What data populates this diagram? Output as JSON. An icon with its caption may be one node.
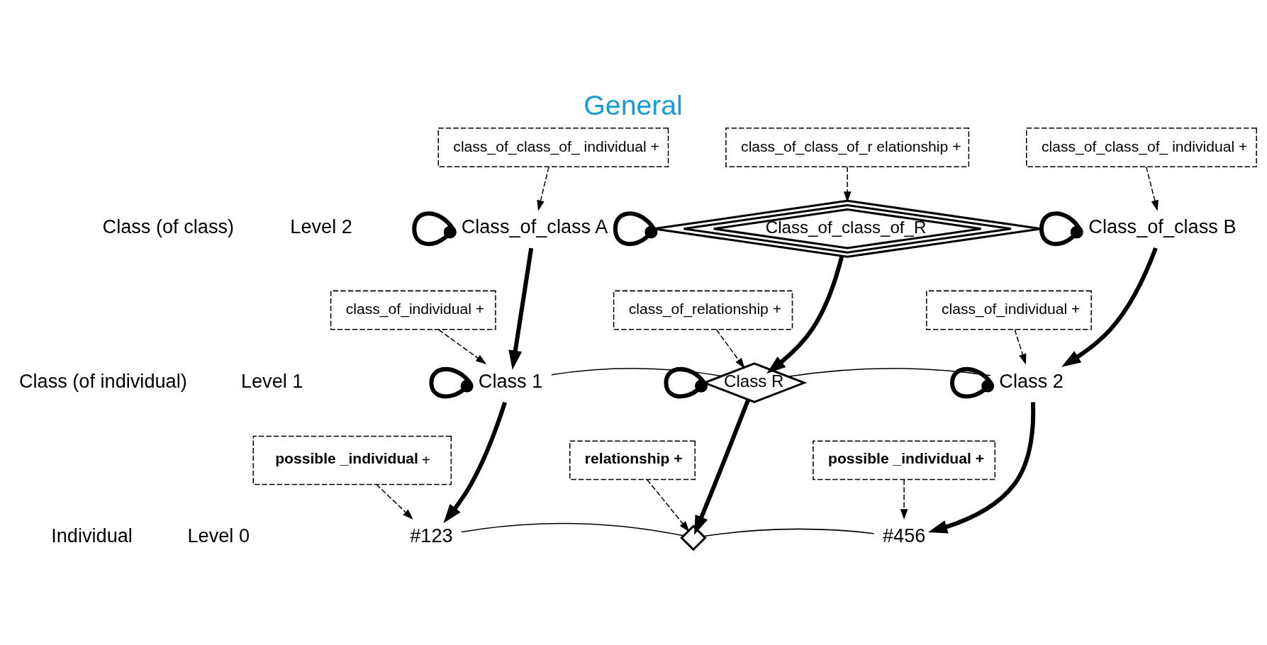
{
  "diagram": {
    "title": "General",
    "nodes": [
      {
        "text": [
          "class_of_class_of_ individual +"
        ]
      },
      {
        "text": [
          "class_of_class_of_r elationship +"
        ]
      },
      {
        "text": [
          "class_of_class_of_ individual +"
        ]
      },
      {
        "text": [
          "Class_of_class A"
        ]
      },
      {
        "text": [
          "Class_of_class_of_R"
        ]
      },
      {
        "text": [
          "Class_of_class B"
        ]
      },
      {
        "text": [
          "class_of_individual +"
        ]
      },
      {
        "text": [
          "class_of_relationship +"
        ]
      },
      {
        "text": [
          "class_of_individual +"
        ]
      },
      {
        "text": [
          "Class 1"
        ]
      },
      {
        "text": [
          "Class R"
        ]
      },
      {
        "text": [
          "Class 2"
        ]
      },
      {
        "text": [
          "**possible _individual** +"
        ]
      },
      {
        "text": [
          "relationship +"
        ]
      },
      {
        "text": [
          "possible _individual +"
        ]
      },
      {
        "text": [
          "#123"
        ]
      },
      {
        "text": [],
        "shape": "diamond"
      },
      {
        "text": [
          "#456"
        ]
      }
    ],
    "edges": [
      {
        "from": 0,
        "to": 3,
        "arrow": "to",
        "style": "dashed"
      },
      {
        "from": 1,
        "to": 4,
        "arrow": "to",
        "style": "dashed"
      },
      {
        "from": 2,
        "to": 5,
        "arrow": "to",
        "style": "dashed"
      },
      {
        "from": 3,
        "to": 3,
        "arrow": "other",
        "style": "thick"
      },
      {
        "from": 4,
        "to": 4,
        "arrow": "other",
        "style": "thick"
      },
      {
        "from": 5,
        "to": 5,
        "arrow": "other",
        "style": "thick"
      },
      {
        "from": 3,
        "to": 9,
        "arrow": "to",
        "style": "thick"
      },
      {
        "from": 4,
        "to": 10,
        "arrow": "to",
        "style": "thick"
      },
      {
        "from": 5,
        "to": 11,
        "arrow": "to",
        "style": "thick"
      },
      {
        "from": 6,
        "to": 9,
        "arrow": "to",
        "style": "dashed"
      },
      {
        "from": 7,
        "to": 10,
        "arrow": "to",
        "style": "dashed"
      },
      {
        "from": 8,
        "to": 11,
        "arrow": "to",
        "style": "dashed"
      },
      {
        "from": 9,
        "to": 9,
        "arrow": "other",
        "style": "thick"
      },
      {
        "from": 10,
        "to": 10,
        "arrow": "other",
        "style": "thick"
      },
      {
        "from": 11,
        "to": 11,
        "arrow": "other",
        "style": "thick"
      },
      {
        "from": 9,
        "to": 10,
        "arrow": "none"
      },
      {
        "from": 10,
        "to": 11,
        "arrow": "none"
      },
      {
        "from": 9,
        "to": 15,
        "arrow": "to",
        "style": "thick"
      },
      {
        "from": 10,
        "to": 16,
        "arrow": "to",
        "style": "thick"
      },
      {
        "from": 11,
        "to": 17,
        "arrow": "to",
        "style": "thick"
      },
      {
        "from": 12,
        "to": 15,
        "arrow": "to",
        "style": "dashed"
      },
      {
        "from": 13,
        "to": 16,
        "arrow": "to",
        "style": "dashed"
      },
      {
        "from": 14,
        "to": 17,
        "arrow": "to",
        "style": "dashed"
      },
      {
        "from": 15,
        "to": 16,
        "arrow": "none"
      },
      {
        "from": 16,
        "to": 17,
        "arrow": "none"
      }
    ],
    "labels": [
      "Class (of class)",
      "Level 2",
      "Class (of individual)",
      "Level 1",
      "Individual",
      "Level 0"
    ]
  }
}
